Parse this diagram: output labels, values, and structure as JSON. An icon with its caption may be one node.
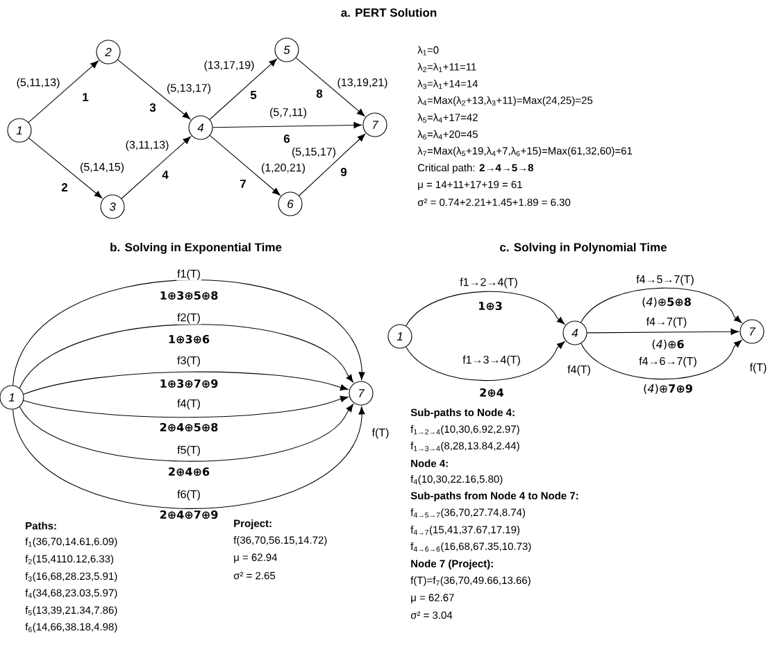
{
  "diagram": {
    "nodes": [
      {
        "text": [
          "1"
        ]
      },
      {
        "text": [
          "2"
        ]
      },
      {
        "text": [
          "3"
        ]
      },
      {
        "text": [
          "4"
        ]
      },
      {
        "text": [
          "5"
        ]
      },
      {
        "text": [
          "6"
        ]
      },
      {
        "text": [
          "7"
        ]
      },
      {
        "text": [
          "1"
        ]
      },
      {
        "text": [
          "7"
        ],
        "beside": [
          "f(T)"
        ]
      },
      {
        "text": [
          "1"
        ]
      },
      {
        "text": [
          "4"
        ],
        "beside": [
          "f4(T)"
        ]
      },
      {
        "text": [
          "7"
        ],
        "beside": [
          "f(T)"
        ]
      }
    ],
    "edges": [
      {
        "from": 0,
        "to": 1,
        "arrow": "to",
        "label": "(5,11,13)"
      },
      {
        "from": 0,
        "to": 2,
        "arrow": "to",
        "label": "(5,14,15)"
      },
      {
        "from": 1,
        "to": 3,
        "arrow": "to",
        "label": "(5,13,17)"
      },
      {
        "from": 2,
        "to": 3,
        "arrow": "to",
        "label": "(3,11,13)"
      },
      {
        "from": 3,
        "to": 4,
        "arrow": "to",
        "label": "(13,17,19)"
      },
      {
        "from": 3,
        "to": 6,
        "arrow": "to",
        "label": "(5,7,11)"
      },
      {
        "from": 3,
        "to": 5,
        "arrow": "to",
        "label": "(1,20,21)"
      },
      {
        "from": 4,
        "to": 6,
        "arrow": "to",
        "label": "(13,19,21)"
      },
      {
        "from": 5,
        "to": 6,
        "arrow": "to",
        "label": "(5,15,17)"
      },
      {
        "from": 7,
        "to": 8,
        "arrow": "to",
        "label": "f1(T)"
      },
      {
        "from": 7,
        "to": 8,
        "arrow": "to",
        "label": "f2(T)"
      },
      {
        "from": 7,
        "to": 8,
        "arrow": "to",
        "label": "f3(T)"
      },
      {
        "from": 7,
        "to": 8,
        "arrow": "to",
        "label": "f4(T)"
      },
      {
        "from": 7,
        "to": 8,
        "arrow": "to",
        "label": "f5(T)"
      },
      {
        "from": 7,
        "to": 8,
        "arrow": "to",
        "label": "f6(T)"
      },
      {
        "from": 9,
        "to": 10,
        "arrow": "to",
        "label": "f1→2→4(T)"
      },
      {
        "from": 9,
        "to": 10,
        "arrow": "to",
        "label": "f1→3→4(T)"
      },
      {
        "from": 10,
        "to": 11,
        "arrow": "to",
        "label": "f4→5→7(T)"
      },
      {
        "from": 10,
        "to": 11,
        "arrow": "to",
        "label": "f4→7(T)"
      },
      {
        "from": 10,
        "to": 11,
        "arrow": "to",
        "label": "f4→6→7(T)"
      }
    ],
    "labels": [
      "a. PERT Solution",
      "1",
      "2",
      "3",
      "4",
      "5",
      "6",
      "7",
      "8",
      "9",
      "λ$_{1}$=0",
      "λ$_{2}$=λ$_{1}$+11=11",
      "λ$_{3}$=λ$_{1}$+14=14",
      "λ$_{4}$=Max(λ$_{2}$+13,λ$_{3}$+11)=Max(24,25)=25",
      "λ$_{5}$=λ$_{4}$+17=42",
      "λ$_{6}$=λ$_{4}$+20=45",
      "λ$_{7}$=Max(λ$_{5}$+19,λ$_{4}$+7,λ$_{6}$+15)=Max(61,32,60)=61",
      "Critical path: **2→4→5→8**",
      "μ = 14+11+17+19 = 61",
      "σ² = 0.74+2.21+1.45+1.89 = 6.30",
      "b. Solving in Exponential Time",
      "c. Solving in Polynomial Time",
      "1⊕3⊕5⊕8",
      "1⊕3⊕6",
      "1⊕3⊕7⊕9",
      "2⊕4⊕5⊕8",
      "2⊕4⊕6",
      "2⊕4⊕7⊕9",
      "1⊕3",
      "2⊕4",
      "(*4*)⊕**5⊕8**",
      "(*4*)⊕**6**",
      "(*4*)⊕**7⊕9**",
      "Paths:",
      "f$_{1}$(36,70,14.61,6.09)",
      "f$_{2}$(15,4110.12,6.33)",
      "f$_{3}$(16,68,28.23,5.91)",
      "f$_{4}$(34,68,23.03,5.97)",
      "f$_{5}$(13,39,21.34,7.86)",
      "f$_{6}$(14,66,38.18,4.98)",
      "Project:",
      "f(36,70,56.15,14.72)",
      "μ = 62.94",
      "σ² = 2.65",
      "Sub-paths to Node 4:",
      "f$_{1→2→4}$(10,30,6.92,2.97)",
      "f$_{1→3→4}$(8,28,13.84,2.44)",
      "Node 4:",
      "f$_{4}$(10,30,22.16,5.80)",
      "Sub-paths from Node 4 to Node 7:",
      "f$_{4→5→7}$(36,70,27.74,8.74)",
      "f$_{4→7}$(15,41,37.67,17.19)",
      "f$_{4→6→6}$(16,68,67.35,10.73)",
      "Node 7 (Project):",
      "f(T)=f$_{7}$(36,70,49.66,13.66)",
      "μ = 62.67",
      "σ² = 3.04"
    ]
  }
}
